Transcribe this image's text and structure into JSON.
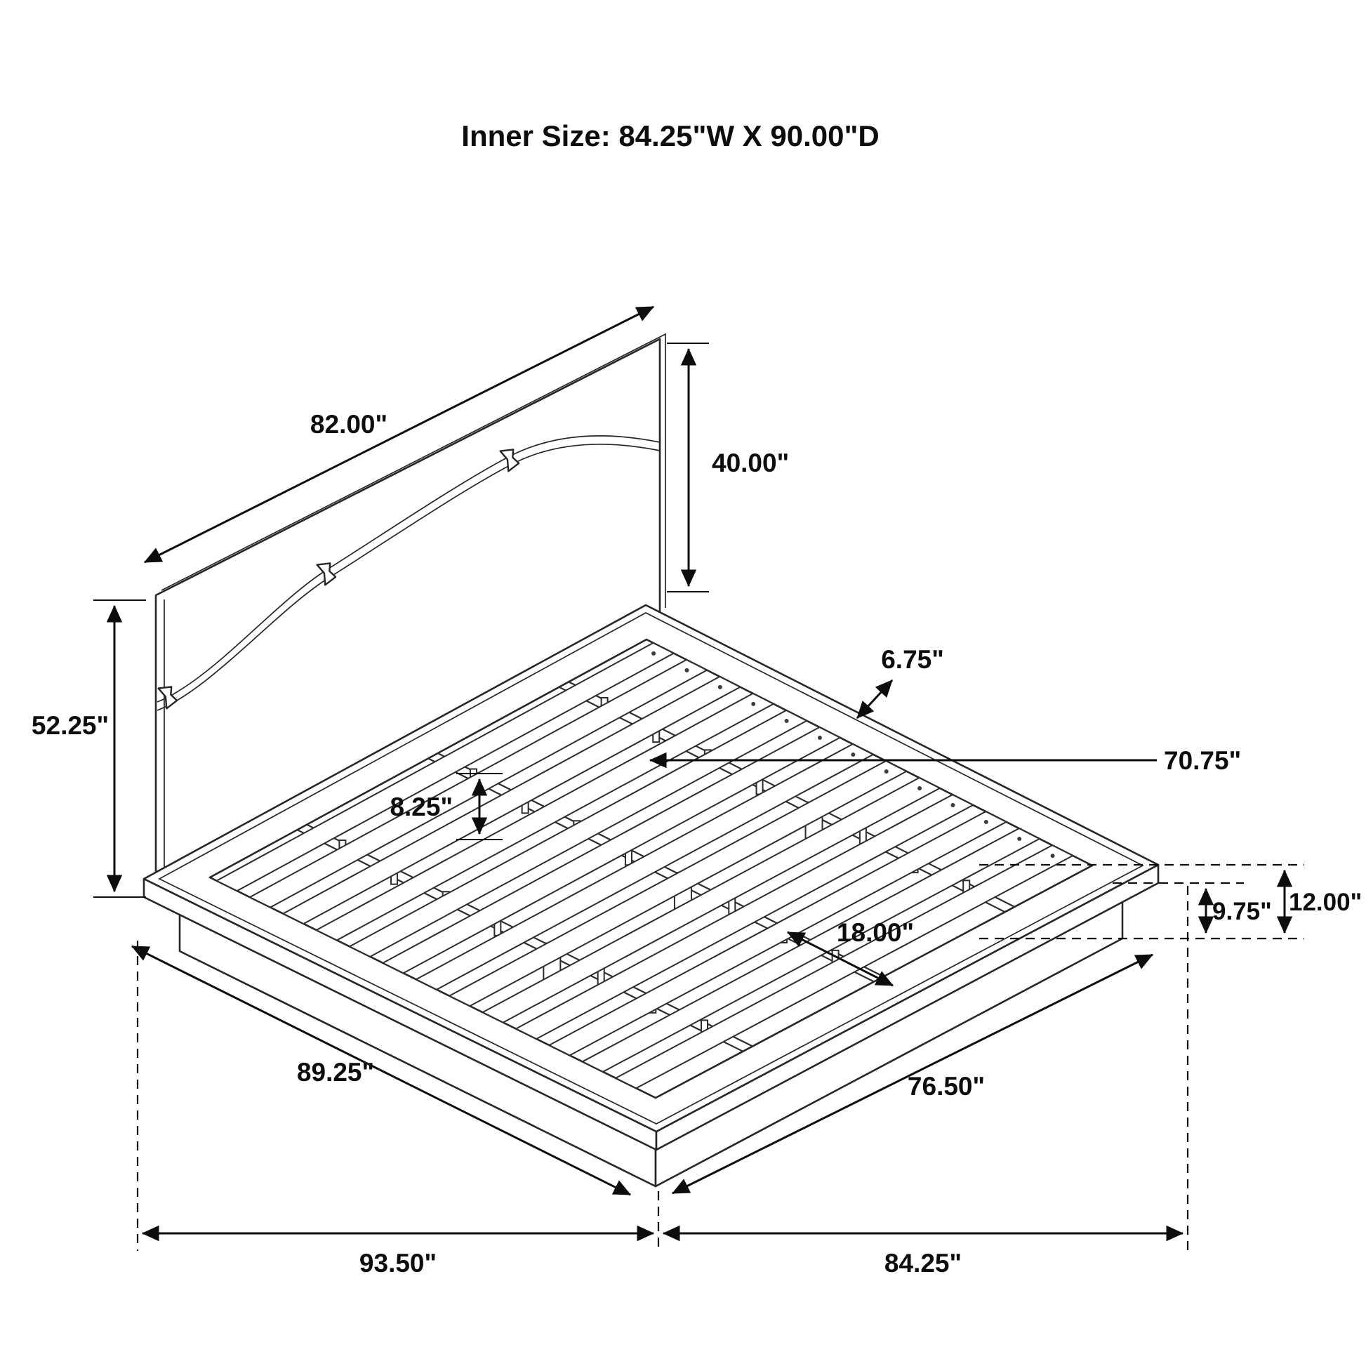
{
  "title": "Inner Size: 84.25\"W X 90.00\"D",
  "colors": {
    "line": "#262626",
    "dimension": "#0d0d0d",
    "background": "#ffffff"
  },
  "dimensions": {
    "headboard_width": "82.00\"",
    "headboard_panel_height": "40.00\"",
    "headboard_total_height": "52.25\"",
    "side_rail_width": "6.75\"",
    "slat_length": "70.75\"",
    "support_height": "8.25\"",
    "base_height": "9.75\"",
    "platform_height": "12.00\"",
    "support_spacing": "18.00\"",
    "platform_side_depth": "89.25\"",
    "foot_edge_width": "76.50\"",
    "overall_depth": "93.50\"",
    "overall_width": "84.25\""
  }
}
